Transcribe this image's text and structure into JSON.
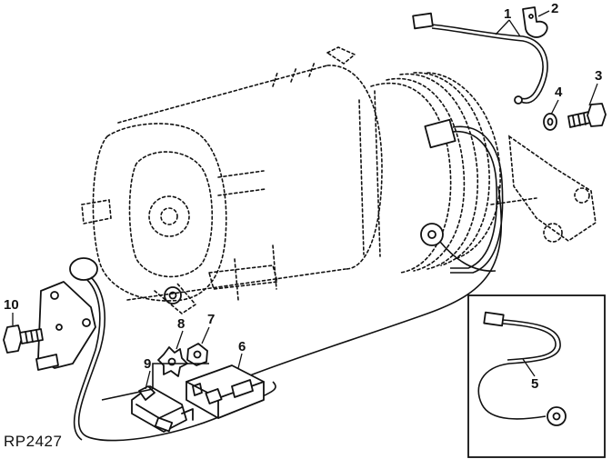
{
  "reference_code": "RP2427",
  "callouts": {
    "c1": "1",
    "c2": "2",
    "c3": "3",
    "c4": "4",
    "c5": "5",
    "c6": "6",
    "c7": "7",
    "c8": "8",
    "c9": "9",
    "c10": "10"
  }
}
